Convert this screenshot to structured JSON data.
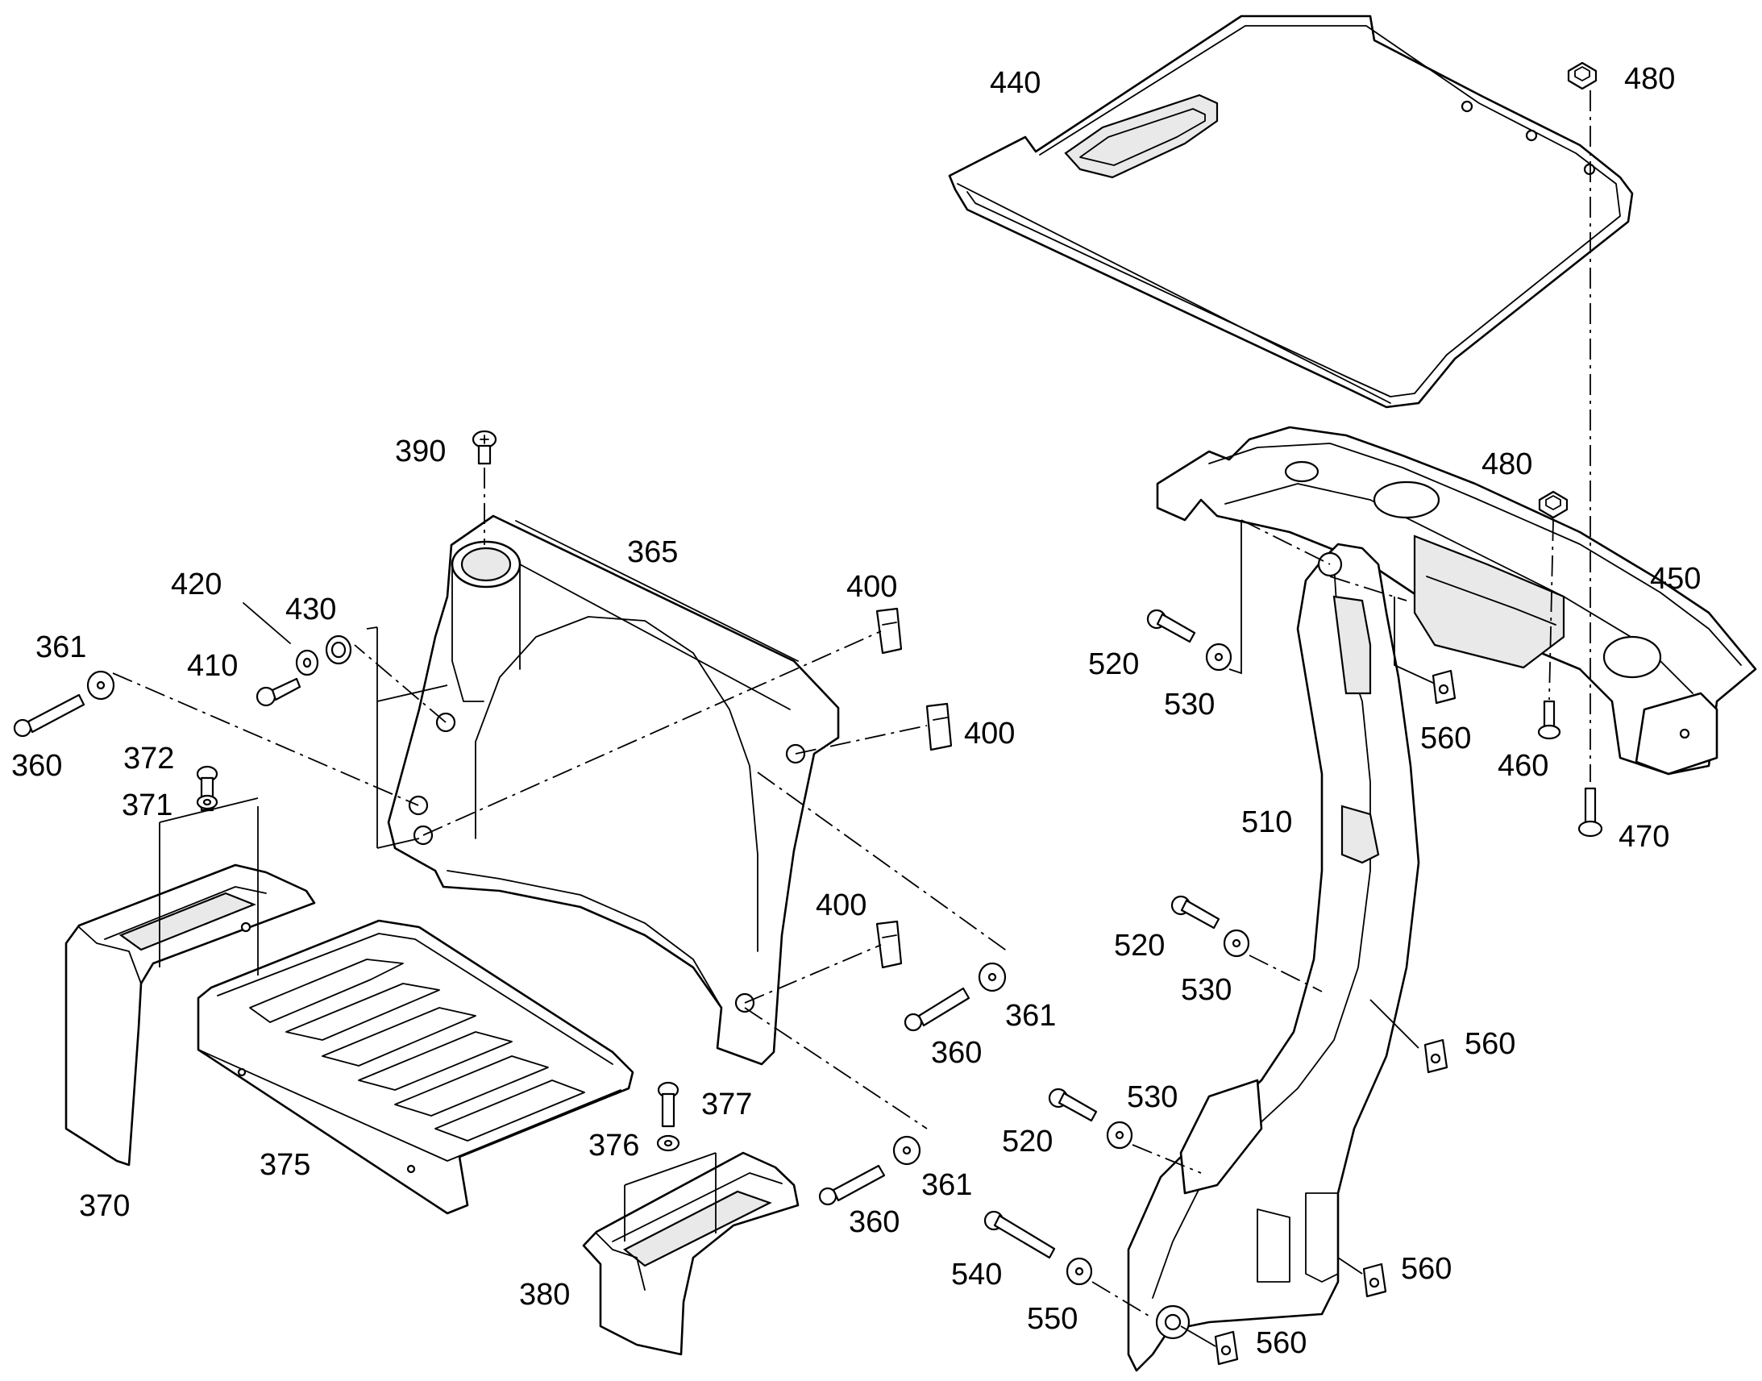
{
  "callouts": {
    "c360a": "360",
    "c361a": "361",
    "c365": "365",
    "c370": "370",
    "c371": "371",
    "c372": "372",
    "c375": "375",
    "c376": "376",
    "c377": "377",
    "c380": "380",
    "c390": "390",
    "c400a": "400",
    "c400b": "400",
    "c400c": "400",
    "c410": "410",
    "c420": "420",
    "c430": "430",
    "c440": "440",
    "c450": "450",
    "c460": "460",
    "c470": "470",
    "c480a": "480",
    "c480b": "480",
    "c510": "510",
    "c520a": "520",
    "c520b": "520",
    "c520c": "520",
    "c530a": "530",
    "c530b": "530",
    "c530c": "530",
    "c540": "540",
    "c550": "550",
    "c560a": "560",
    "c560b": "560",
    "c560c": "560",
    "c560d": "560",
    "c361b": "361",
    "c360b": "360",
    "c361c": "361",
    "c360c": "360"
  }
}
